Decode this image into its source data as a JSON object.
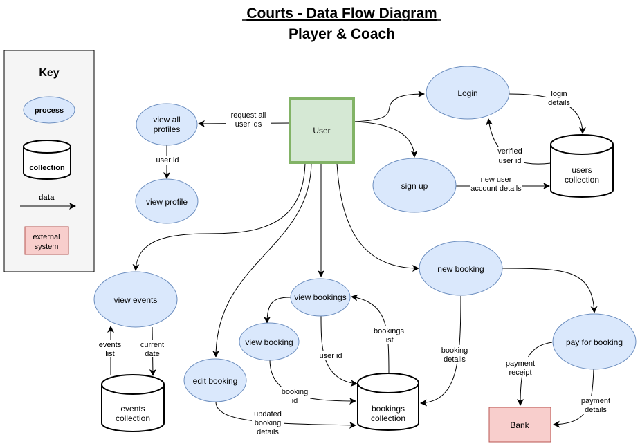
{
  "title": "Courts - Data Flow Diagram",
  "subtitle": "Player & Coach",
  "key": {
    "heading": "Key",
    "process": "process",
    "collection": "collection",
    "data": "data",
    "external_line1": "external",
    "external_line2": "system"
  },
  "nodes": {
    "user": "User",
    "login": "Login",
    "sign_up": "sign up",
    "users_collection": [
      "users",
      "collection"
    ],
    "view_all_profiles": [
      "view all",
      "profiles"
    ],
    "view_profile": "view profile",
    "view_events": "view events",
    "events_collection": [
      "events",
      "collection"
    ],
    "edit_booking": "edit booking",
    "view_bookings": "view bookings",
    "view_booking": "view booking",
    "bookings_collection": [
      "bookings",
      "collection"
    ],
    "new_booking": "new booking",
    "pay_for_booking": "pay for booking",
    "bank": "Bank"
  },
  "flows": {
    "request_all_user_ids": [
      "request all",
      "user ids"
    ],
    "user_id_profile": "user id",
    "login_details": [
      "login",
      "details"
    ],
    "verified_user_id": [
      "verified",
      "user id"
    ],
    "new_user_account_details": [
      "new user",
      "account details"
    ],
    "events_list": [
      "events",
      "list"
    ],
    "current_date": [
      "current",
      "date"
    ],
    "user_id_bookings": "user id",
    "bookings_list": [
      "bookings",
      "list"
    ],
    "booking_id": [
      "booking",
      "id"
    ],
    "updated_booking_details": [
      "updated",
      "booking",
      "details"
    ],
    "booking_details": [
      "booking",
      "details"
    ],
    "payment_receipt": [
      "payment",
      "receipt"
    ],
    "payment_details": [
      "payment",
      "details"
    ]
  }
}
